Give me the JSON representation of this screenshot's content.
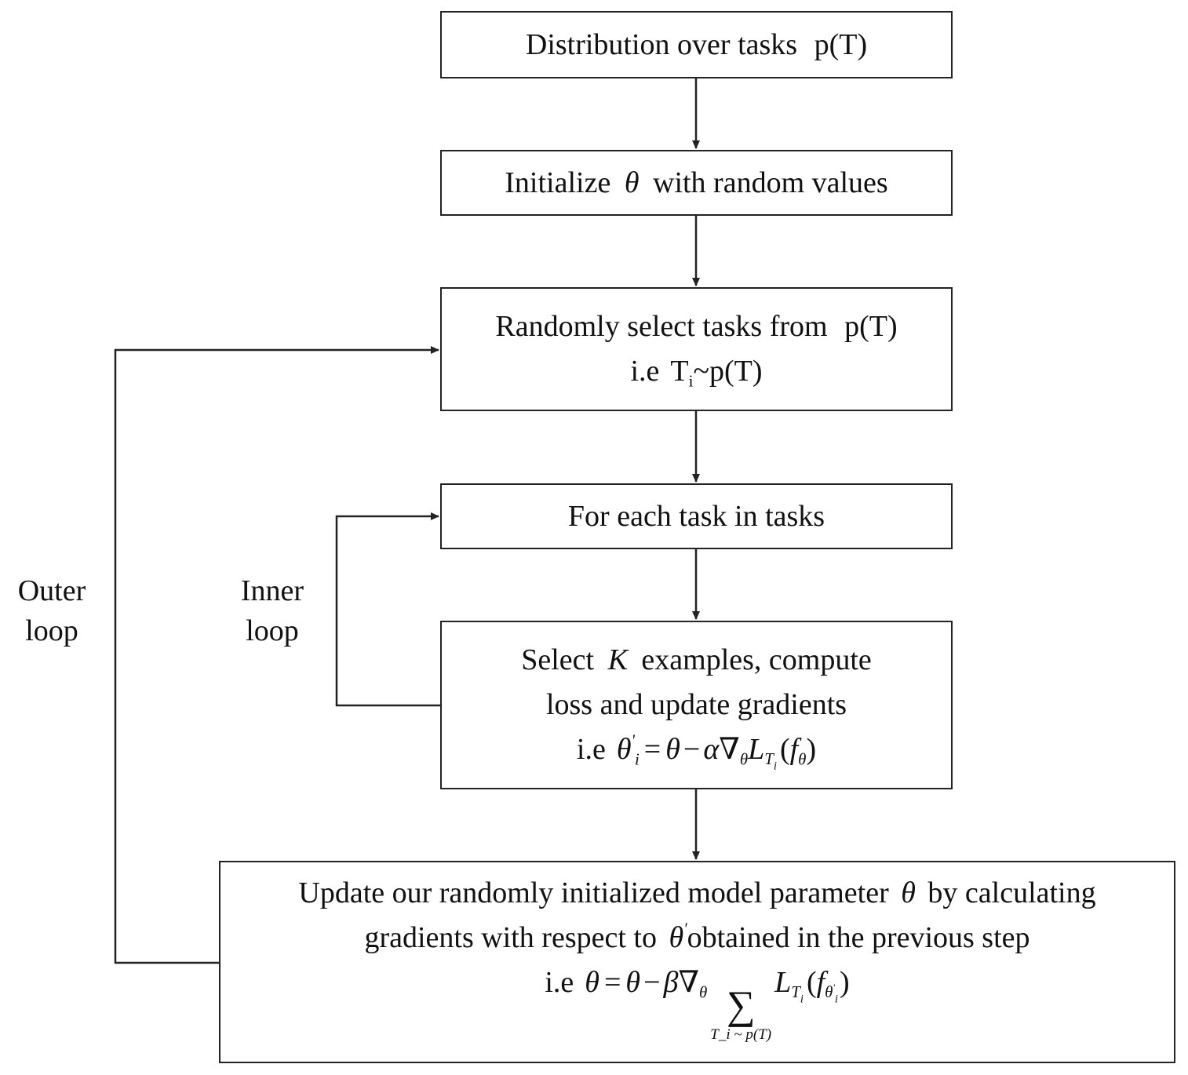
{
  "boxes": {
    "distribution": {
      "text": "Distribution over tasks",
      "expr": "p(T)"
    },
    "initialize": {
      "before": "Initialize",
      "symbol": "θ",
      "after": "with random values"
    },
    "select_tasks": {
      "line1_text": "Randomly select tasks from",
      "line1_expr": "p(T)",
      "line2_prefix": "i.e",
      "line2_T": "T",
      "line2_sub": "i",
      "line2_rest": "~p(T)"
    },
    "for_each": {
      "text": "For each task in tasks"
    },
    "inner_update": {
      "line1_before": "Select",
      "line1_symbol": "K",
      "line1_after": "examples, compute",
      "line2": "loss and update gradients",
      "line3_prefix": "i.e",
      "eq": {
        "lhs": "θ",
        "lhs_sup": "'",
        "lhs_sub": "i",
        "equals": "=",
        "theta": "θ",
        "minus": "−",
        "alpha": "α",
        "nabla": "∇",
        "nabla_sub": "θ",
        "L": "L",
        "L_sub": "T",
        "L_subsub": "i",
        "open": "(",
        "f": "f",
        "f_sub": "θ",
        "close": ")"
      }
    },
    "outer_update": {
      "line1_before": "Update our randomly initialized model parameter",
      "line1_symbol": "θ",
      "line1_after": "by calculating",
      "line2_before": "gradients with respect to",
      "line2_symbol": "θ",
      "line2_sup": "'",
      "line2_after": "obtained in the previous step",
      "line3_prefix": "i.e",
      "eq": {
        "lhs": "θ",
        "equals": "=",
        "theta": "θ",
        "minus": "−",
        "beta": "β",
        "nabla": "∇",
        "nabla_sub": "θ",
        "sum": "∑",
        "sum_under": "T_i ~ p(T)",
        "L": "L",
        "L_sub": "T",
        "L_subsub": "i",
        "open": "(",
        "f": "f",
        "f_sub": "θ",
        "f_sub_sup": "'",
        "f_sub_sub": "i",
        "close": ")"
      }
    }
  },
  "labels": {
    "outer_loop": [
      "Outer",
      "loop"
    ],
    "inner_loop": [
      "Inner",
      "loop"
    ]
  },
  "colors": {
    "line": "#222222",
    "box_border": "#222222",
    "text": "#111111"
  }
}
